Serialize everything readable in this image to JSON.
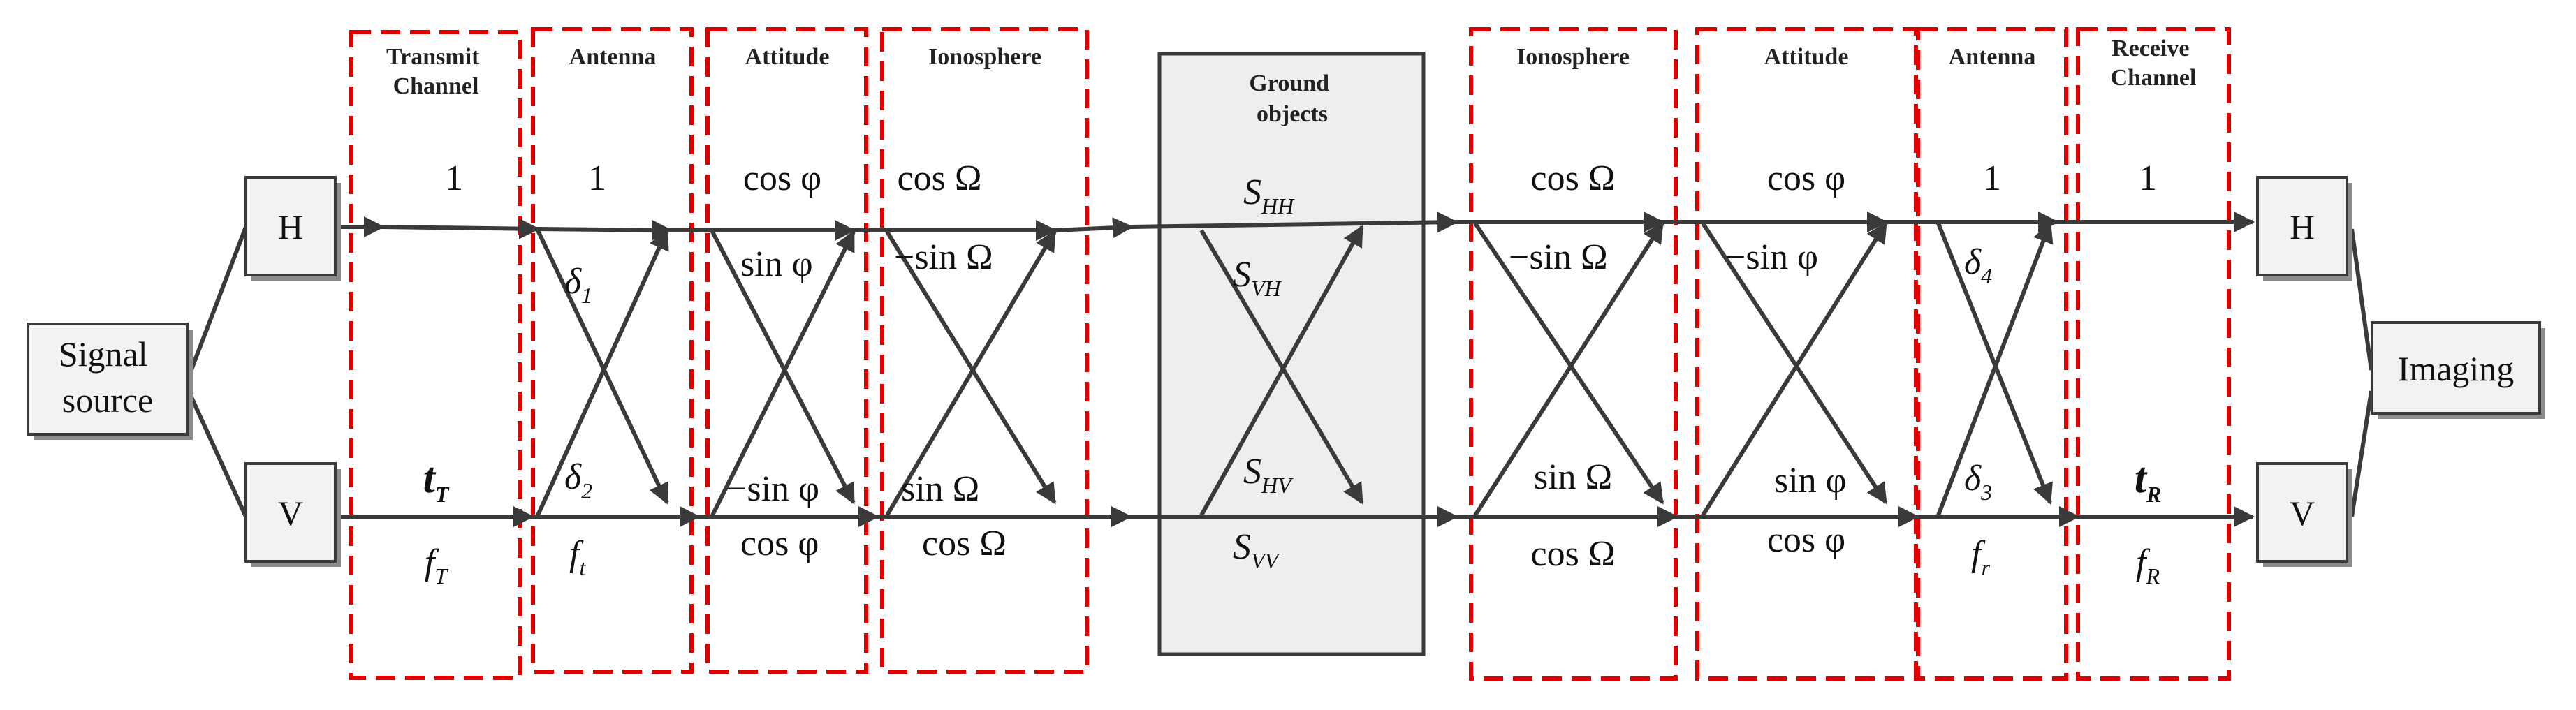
{
  "nodes": {
    "signal_source": [
      "Signal",
      "source"
    ],
    "tx_h": "H",
    "tx_v": "V",
    "rx_h": "H",
    "rx_v": "V",
    "imaging": "Imaging"
  },
  "stages": {
    "transmit_channel": [
      "Transmit",
      "Channel"
    ],
    "antenna_tx": "Antenna",
    "attitude_tx": "Attitude",
    "ionosphere_tx": "Ionosphere",
    "ground_objects": [
      "Ground",
      "objects"
    ],
    "ionosphere_rx": "Ionosphere",
    "attitude_rx": "Attitude",
    "antenna_rx": "Antenna",
    "receive_channel": [
      "Receive",
      "Channel"
    ]
  },
  "coefficients": {
    "transmit_channel": {
      "hh": "1",
      "vv_top": "t",
      "vv_top_sub": "T",
      "vv_bottom": "f",
      "vv_bottom_sub": "T"
    },
    "antenna_tx": {
      "hh": "1",
      "hv": "δ",
      "hv_sub": "1",
      "vh": "δ",
      "vh_sub": "2",
      "vv": "f",
      "vv_sub": "t"
    },
    "attitude_tx": {
      "hh": "cos φ",
      "hv": "sin φ",
      "vh": "−sin φ",
      "vv": "cos φ"
    },
    "ionosphere_tx": {
      "hh": "cos Ω",
      "hv": "−sin Ω",
      "vh": "sin Ω",
      "vv": "cos Ω"
    },
    "ground_objects": {
      "hh": "S",
      "hh_sub": "HH",
      "vh": "S",
      "vh_sub": "VH",
      "hv": "S",
      "hv_sub": "HV",
      "vv": "S",
      "vv_sub": "VV"
    },
    "ionosphere_rx": {
      "hh": "cos Ω",
      "hv": "−sin Ω",
      "vh": "sin Ω",
      "vv": "cos Ω"
    },
    "attitude_rx": {
      "hh": "cos φ",
      "hv": "−sin φ",
      "vh": "sin φ",
      "vv": "cos φ"
    },
    "antenna_rx": {
      "hh": "1",
      "hv": "δ",
      "hv_sub": "4",
      "vh": "δ",
      "vh_sub": "3",
      "vv": "f",
      "vv_sub": "r"
    },
    "receive_channel": {
      "hh": "1",
      "vv_top": "t",
      "vv_top_sub": "R",
      "vv_bottom": "f",
      "vv_bottom_sub": "R"
    }
  },
  "colors": {
    "stage_border": "#e00000",
    "line": "#3a3a3a",
    "box_fill": "#f2f2f2"
  }
}
